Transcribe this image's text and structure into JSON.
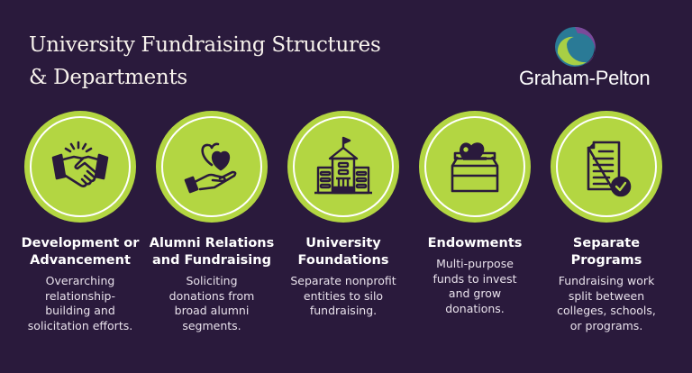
{
  "header": {
    "title_line1": "University Fundraising Structures",
    "title_line2": "& Departments"
  },
  "logo": {
    "text": "Graham-Pelton",
    "colors": {
      "green": "#a8cf45",
      "teal": "#2a7a96",
      "purple": "#7a4a9a"
    }
  },
  "colors": {
    "background": "#2a1a3c",
    "circle": "#b3d642",
    "icon": "#2a1a3c"
  },
  "items": [
    {
      "icon": "handshake-icon",
      "title": "Development or Advancement",
      "description": "Overarching relationship-building and solicitation efforts."
    },
    {
      "icon": "hand-hearts-icon",
      "title": "Alumni Relations and Fundraising",
      "description": "Soliciting donations from broad alumni segments."
    },
    {
      "icon": "university-building-icon",
      "title": "University Foundations",
      "description": "Separate nonprofit entities to silo fundraising."
    },
    {
      "icon": "donation-box-icon",
      "title": "Endowments",
      "description": "Multi-purpose funds to invest and grow donations."
    },
    {
      "icon": "document-check-icon",
      "title": "Separate Programs",
      "description": "Fundraising work split between colleges, schools, or programs."
    }
  ]
}
